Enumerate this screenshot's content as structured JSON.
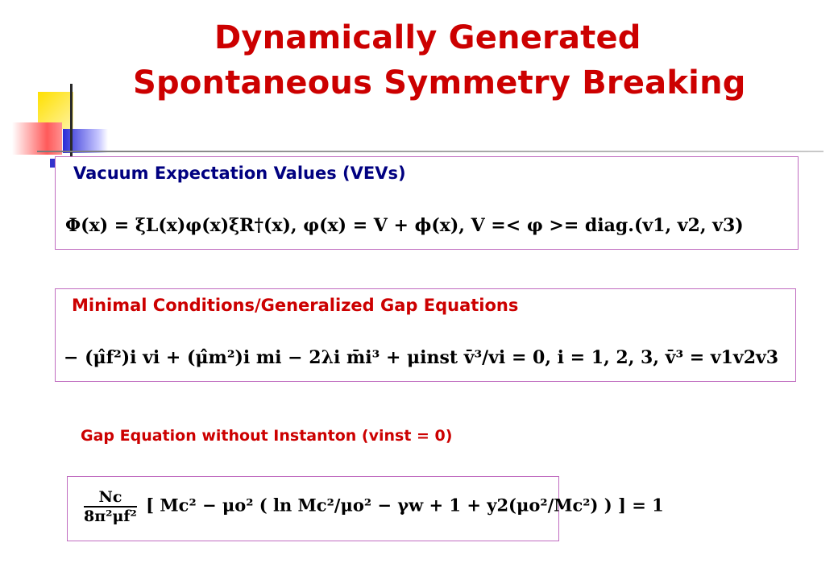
{
  "title": {
    "line1": "Dynamically Generated",
    "line2": "Spontaneous Symmetry Breaking"
  },
  "vev_box": {
    "heading": "Vacuum Expectation Values (VEVs)",
    "equation": "Φ(x) = ξL(x)φ(x)ξR†(x),    φ(x) = V + ϕ(x),    V =< φ >= diag.(v1, v2, v3)"
  },
  "gap_box": {
    "heading": "Minimal Conditions/Generalized Gap Equations",
    "equation": "− (μ̂f²)i vi + (μ̂m²)i mi − 2λi m̄i³ + μinst v̄³/vi = 0,    i = 1, 2, 3,    v̄³ = v1v2v3"
  },
  "no_instanton": {
    "heading": "Gap Equation without Instanton (vinst = 0)",
    "frac_num": "Nc",
    "frac_den": "8π²μf²",
    "equation_rest": "[ Mc² − μo² ( ln Mc²/μo² − γw + 1 + y2(μo²/Mc²) ) ] = 1"
  },
  "colors": {
    "title": "#cc0000",
    "box_border": "#c06cc0",
    "heading_red": "#cc0000",
    "heading_blue": "#000080"
  }
}
